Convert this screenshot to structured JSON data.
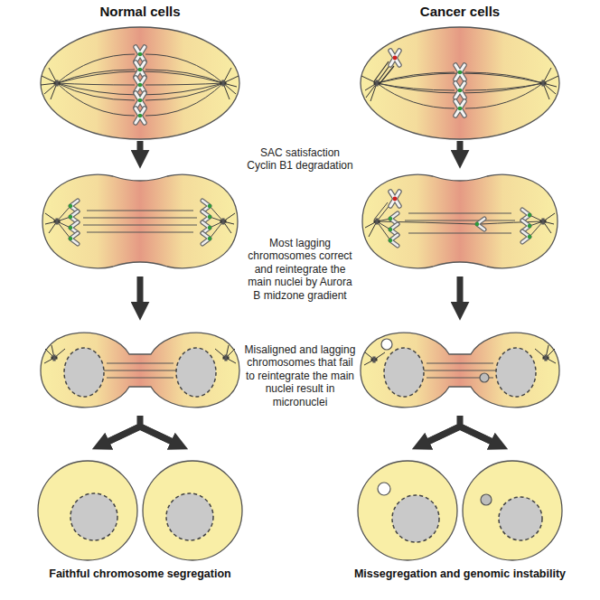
{
  "diagram": {
    "labels": [
      "Normal cells",
      "Cancer cells",
      "SAC satisfaction Cyclin B1 degradation",
      "Most lagging chromosomes correct and reintegrate the main nuclei by Aurora B midzone gradient",
      "Misaligned and lagging chromosomes that fail to reintegrate the main nuclei result in micronuclei",
      "Faithful chromosome segregation",
      "Missegregation and genomic instability"
    ]
  }
}
